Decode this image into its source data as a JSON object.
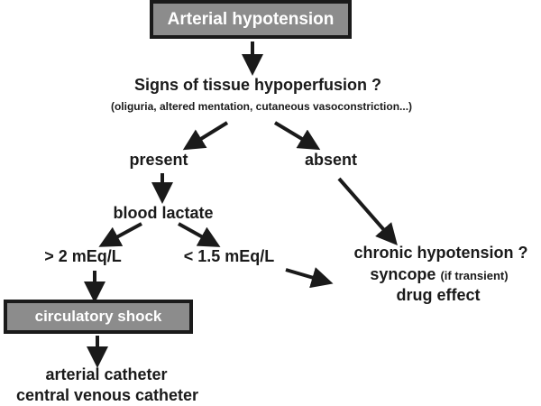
{
  "nodes": {
    "arterial_hypotension": "Arterial hypotension",
    "signs_question": "Signs of tissue hypoperfusion ?",
    "signs_examples": "(oliguria, altered mentation, cutaneous vasoconstriction...)",
    "present": "present",
    "absent": "absent",
    "blood_lactate": "blood lactate",
    "gt_2": "> 2 mEq/L",
    "lt_1_5": "< 1.5 mEq/L",
    "chronic_hypotension": "chronic hypotension ?",
    "syncope": "syncope",
    "syncope_note": "(if transient)",
    "drug_effect": "drug effect",
    "circulatory_shock": "circulatory shock",
    "arterial_catheter": "arterial catheter",
    "central_venous_catheter": "central venous catheter"
  },
  "colors": {
    "box_fill": "#8c8c8c",
    "box_border": "#1a1a1a",
    "box_text": "#ffffff",
    "text": "#1a1a1a",
    "arrow": "#1a1a1a"
  }
}
